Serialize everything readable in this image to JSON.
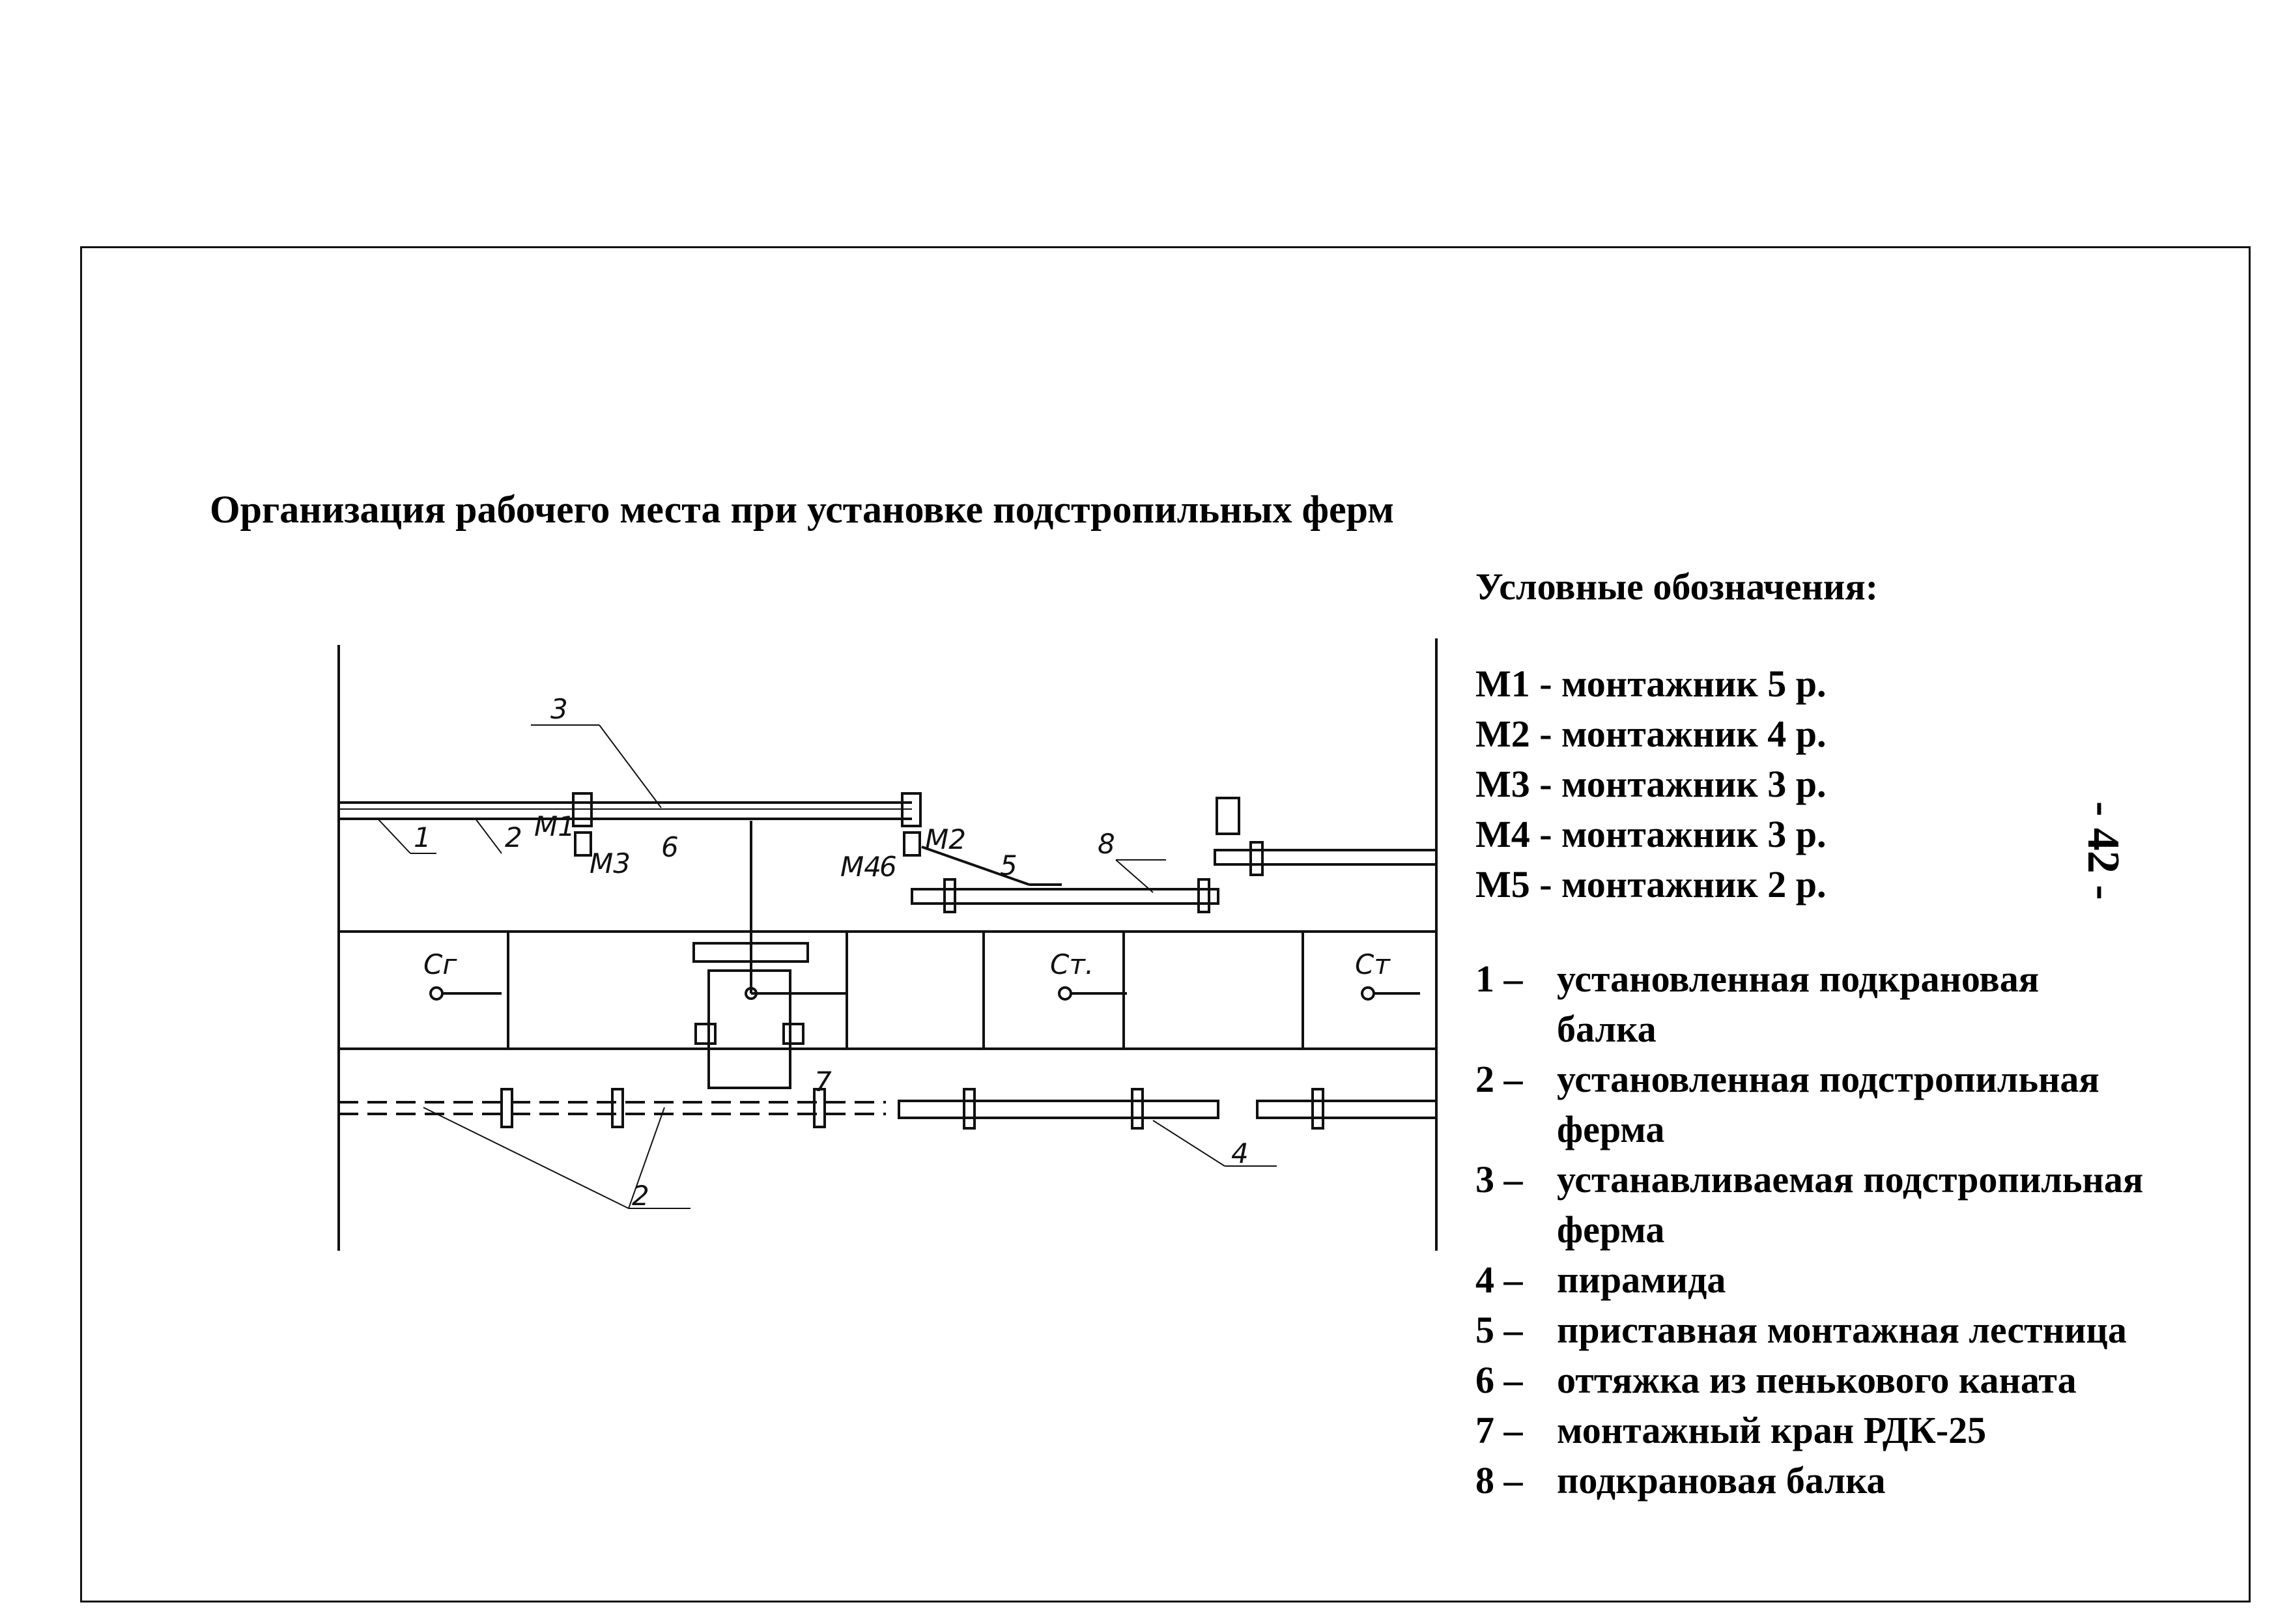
{
  "document": {
    "title": "Организация рабочего места при установке подстропильных ферм",
    "page_number": "- 42 -"
  },
  "legend": {
    "heading": "Условные обозначения:",
    "workers": [
      "М1 - монтажник  5 р.",
      "М2 -  монтажник 4 р.",
      "М3 - монтажник  3 р.",
      "М4 -  монтажник 3 р.",
      "М5 - монтажник  2 р."
    ],
    "items": [
      {
        "num": "1 –",
        "lines": [
          "установленная подкрановая",
          "балка"
        ]
      },
      {
        "num": "2 –",
        "lines": [
          "установленная подстропильная",
          "ферма"
        ]
      },
      {
        "num": "3 –",
        "lines": [
          "устанавливаемая подстропильная",
          "ферма"
        ]
      },
      {
        "num": "4 –",
        "lines": [
          "пирамида"
        ]
      },
      {
        "num": "5 –",
        "lines": [
          "приставная монтажная лестница"
        ]
      },
      {
        "num": "6 –",
        "lines": [
          "оттяжка из пенькового каната"
        ]
      },
      {
        "num": "7 –",
        "lines": [
          "монтажный кран РДК-25"
        ]
      },
      {
        "num": "8 –",
        "lines": [
          "подкрановая балка"
        ]
      }
    ]
  },
  "plan": {
    "callouts": {
      "n1": "1",
      "n2": "2",
      "n2b": "2",
      "n3": "3",
      "n4": "4",
      "n5": "5",
      "n6": "6",
      "n6b": "6",
      "n7": "7",
      "n8": "8"
    },
    "workers": {
      "m1": "М1",
      "m2": "М2",
      "m3": "М3",
      "m4": "М4"
    },
    "axis_marks": {
      "cg": "Сг",
      "ct1": "Ст.",
      "ct2": "Ст"
    }
  }
}
